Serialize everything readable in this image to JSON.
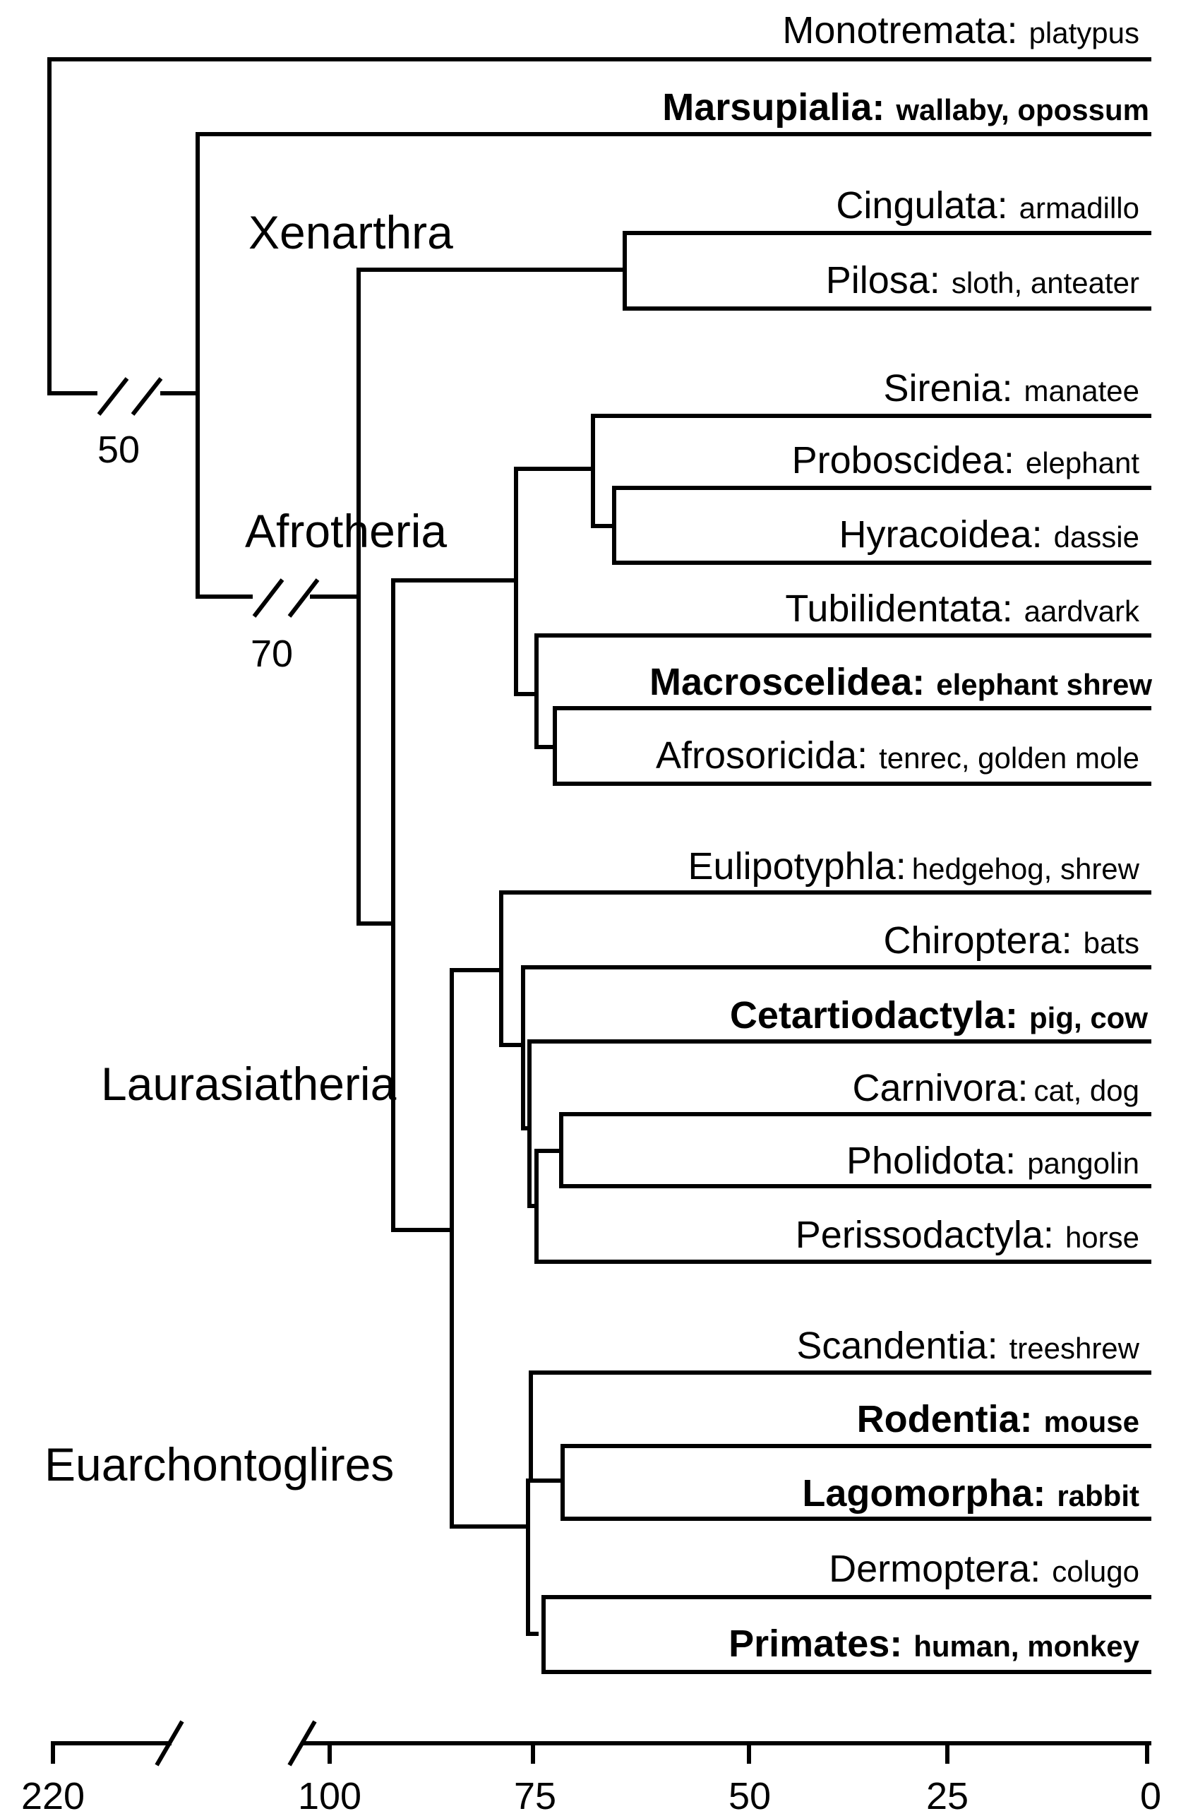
{
  "taxa": [
    {
      "order": "Monotremata:",
      "common": "platypus",
      "bold": false
    },
    {
      "order": "Marsupialia:",
      "common": "wallaby, opossum",
      "bold": true
    },
    {
      "order": "Cingulata:",
      "common": "armadillo",
      "bold": false
    },
    {
      "order": "Pilosa:",
      "common": "sloth, anteater",
      "bold": false
    },
    {
      "order": "Sirenia:",
      "common": "manatee",
      "bold": false
    },
    {
      "order": "Proboscidea:",
      "common": "elephant",
      "bold": false
    },
    {
      "order": "Hyracoidea:",
      "common": "dassie",
      "bold": false
    },
    {
      "order": "Tubilidentata:",
      "common": "aardvark",
      "bold": false
    },
    {
      "order": "Macroscelidea:",
      "common": "elephant shrew",
      "bold": true
    },
    {
      "order": "Afrosoricida:",
      "common": "tenrec, golden mole",
      "bold": false
    },
    {
      "order": "Eulipotyphla:",
      "common": "hedgehog, shrew",
      "bold": false
    },
    {
      "order": "Chiroptera:",
      "common": "bats",
      "bold": false
    },
    {
      "order": "Cetartiodactyla:",
      "common": "pig, cow",
      "bold": true
    },
    {
      "order": "Carnivora:",
      "common": "cat, dog",
      "bold": false
    },
    {
      "order": "Pholidota:",
      "common": "pangolin",
      "bold": false
    },
    {
      "order": "Perissodactyla:",
      "common": "horse",
      "bold": false
    },
    {
      "order": "Scandentia:",
      "common": "treeshrew",
      "bold": false
    },
    {
      "order": "Rodentia:",
      "common": "mouse",
      "bold": true
    },
    {
      "order": "Lagomorpha:",
      "common": "rabbit",
      "bold": true
    },
    {
      "order": "Dermoptera:",
      "common": "colugo",
      "bold": false
    },
    {
      "order": "Primates:",
      "common": "human, monkey",
      "bold": true
    }
  ],
  "clades": [
    "Xenarthra",
    "Afrotheria",
    "Laurasiatheria",
    "Euarchontoglires"
  ],
  "break_labels": [
    "50",
    "70"
  ],
  "time_axis": {
    "ticks": [
      "220",
      "100",
      "75",
      "50",
      "25",
      "0"
    ]
  }
}
